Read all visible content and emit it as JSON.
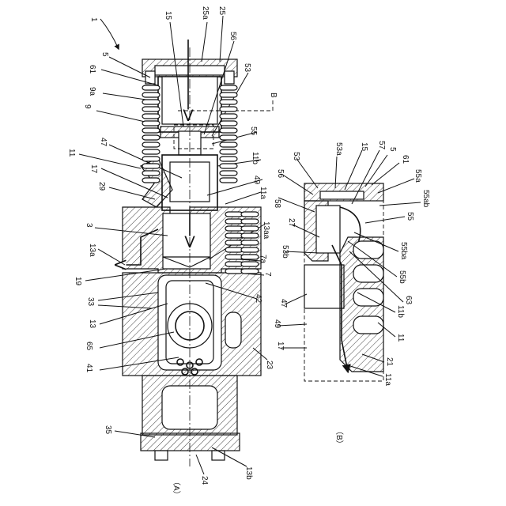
{
  "figure_number": "1",
  "panel_a_caption": "（A）",
  "panel_b_caption": "（B）",
  "labels_a": {
    "l15": "15",
    "l25a": "25a",
    "l25": "25",
    "l56": "56",
    "l5": "5",
    "l61": "61",
    "l53": "53",
    "l9a": "9a",
    "l9": "9",
    "lB": "B",
    "l55": "55",
    "l47": "47",
    "l11": "11",
    "l11b": "11b",
    "l17": "17",
    "l29": "29",
    "l49": "49",
    "l11a": "11a",
    "l3": "3",
    "l13aa": "13aa",
    "l13a": "13a",
    "l7a": "7a",
    "l7": "7",
    "l19": "19",
    "l33": "33",
    "l42": "42",
    "l13": "13",
    "l65": "65",
    "l41": "41",
    "l23": "23",
    "l35": "35",
    "l24": "24",
    "l13b": "13b"
  },
  "labels_b": {
    "l53a": "53a",
    "l15": "15",
    "l57": "57",
    "l53": "53",
    "l5": "5",
    "l61": "61",
    "l56": "56",
    "l55a": "55a",
    "l55ab": "55ab",
    "l58": "58",
    "l55": "55",
    "l27": "27",
    "l53b": "53b",
    "l55ba": "55ba",
    "l55b": "55b",
    "l63": "63",
    "l47": "47",
    "l11b": "11b",
    "l49": "49",
    "l11": "11",
    "l17": "17",
    "l21": "21",
    "l11a": "11a"
  }
}
